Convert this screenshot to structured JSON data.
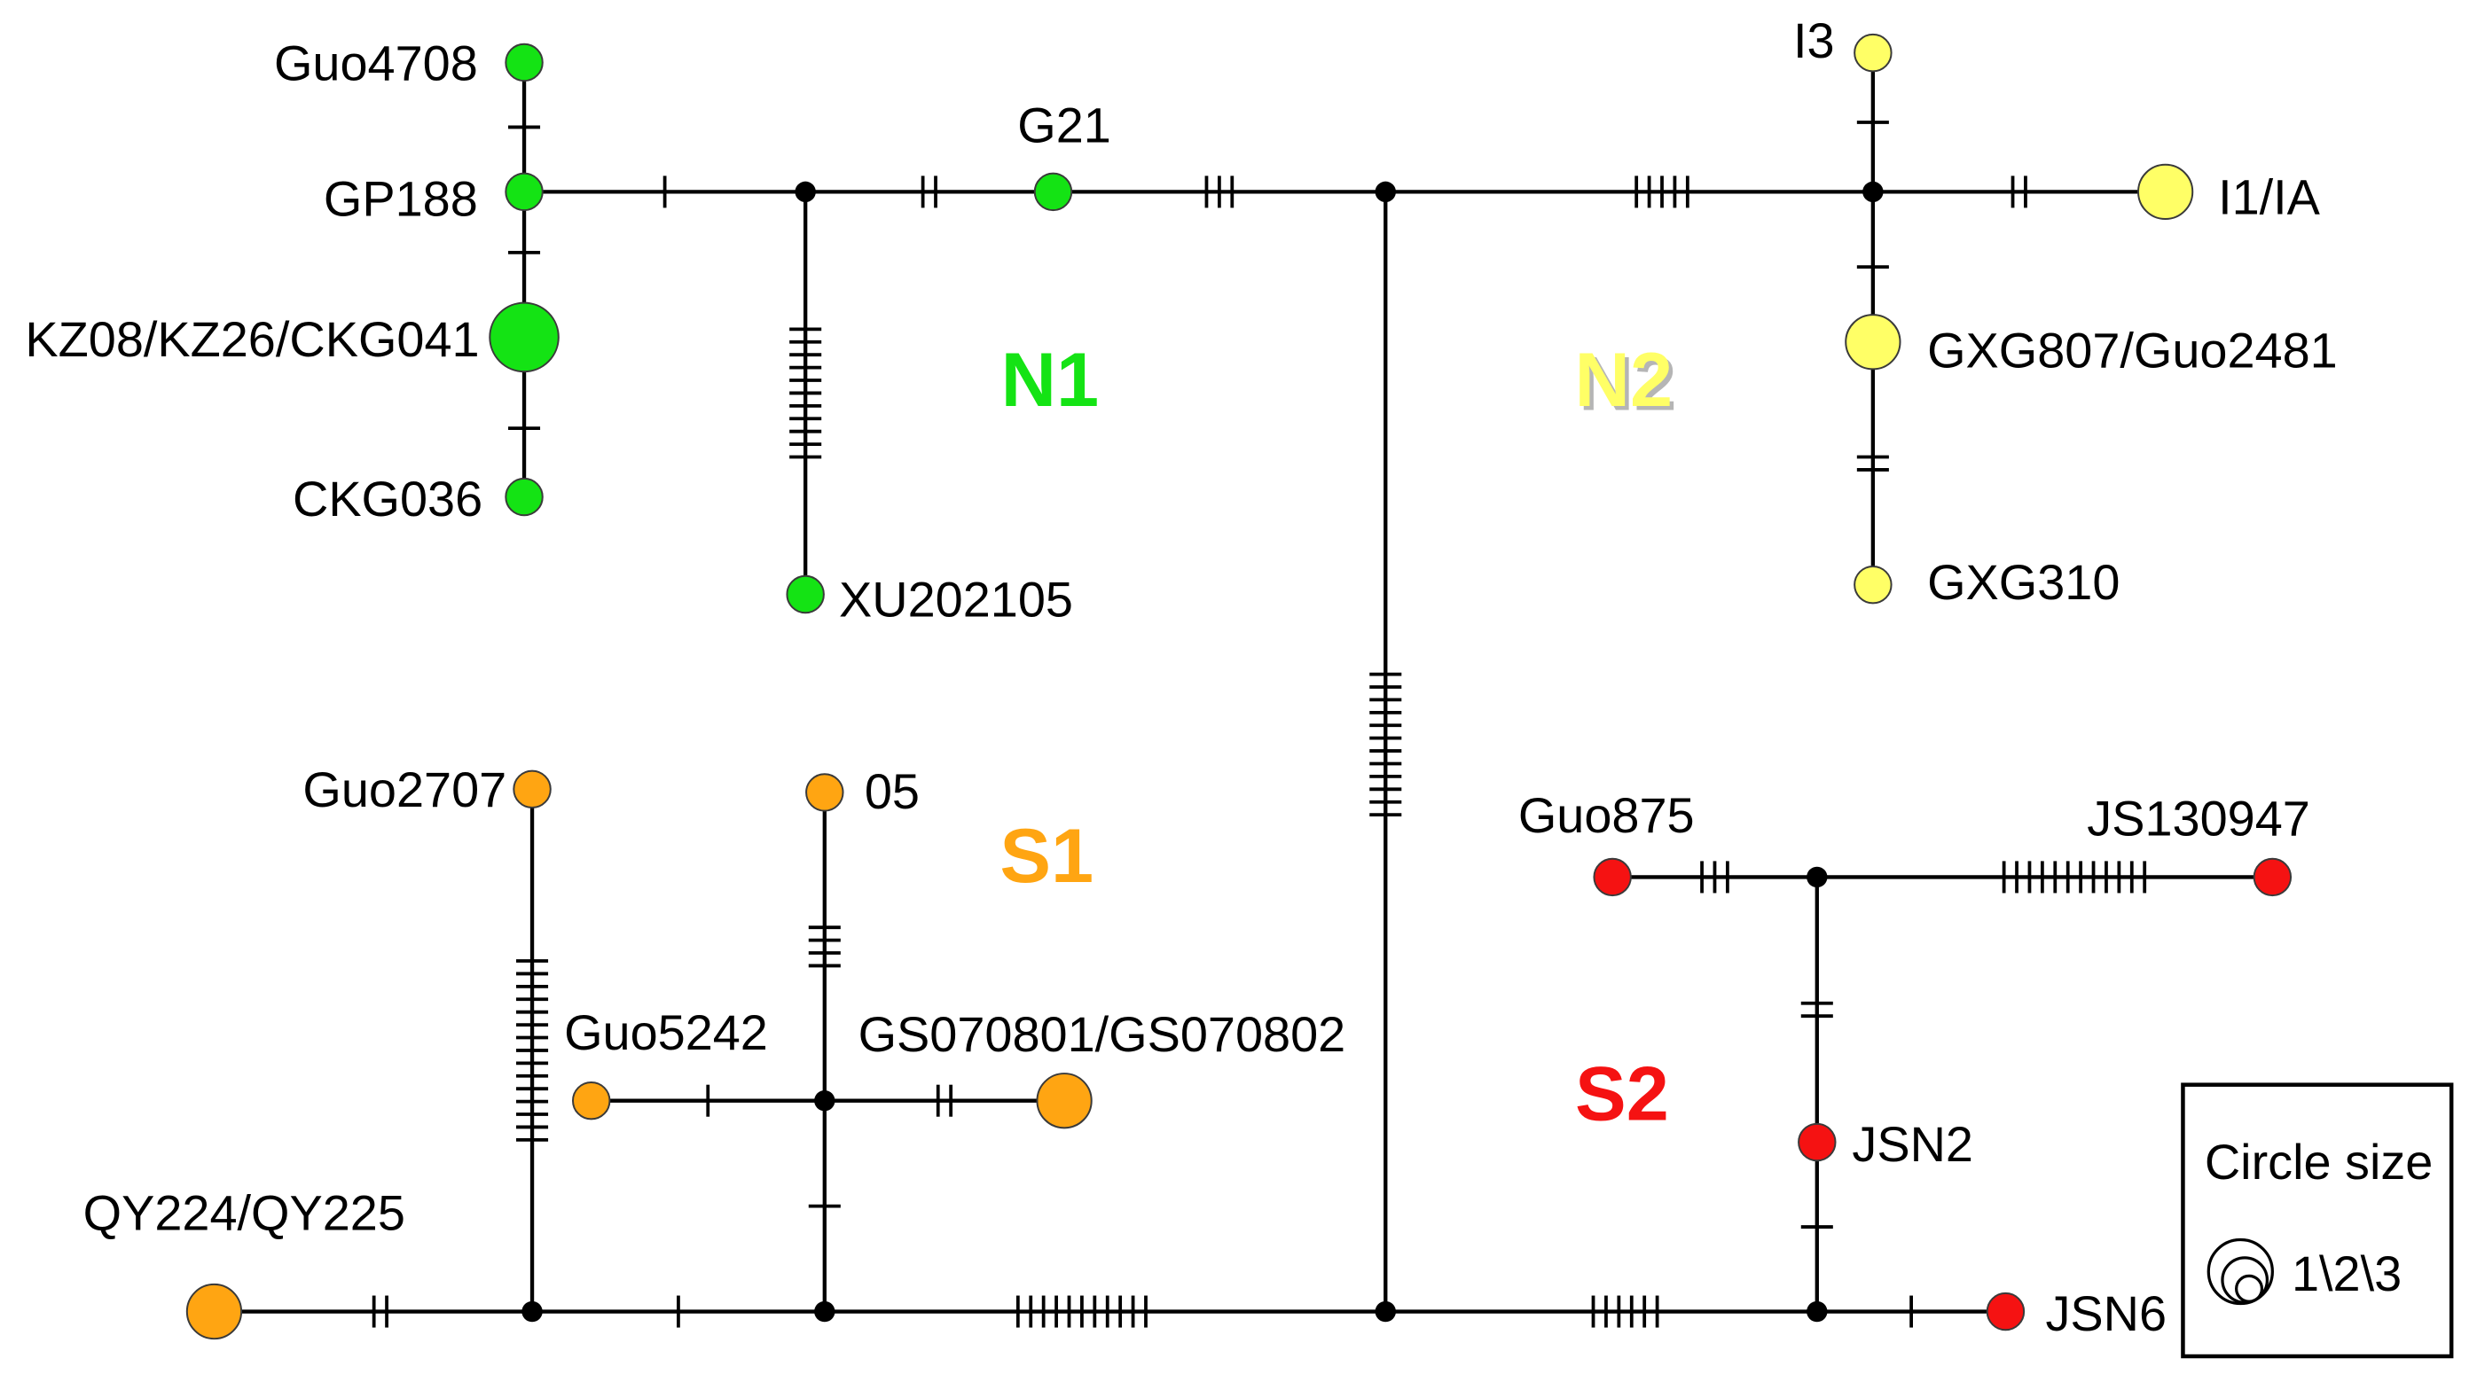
{
  "diagram": {
    "groups": [
      {
        "label": "N1",
        "color": "#14e314"
      },
      {
        "label": "N2",
        "color": "#ffff66"
      },
      {
        "label": "S1",
        "color": "#ffa512"
      },
      {
        "label": "S2",
        "color": "#f51212"
      }
    ],
    "median_vector_color": "#000000",
    "nodes": [
      {
        "label": "Guo4708",
        "frequency": 1,
        "group": 0
      },
      {
        "label": "GP188",
        "frequency": 1,
        "group": 0
      },
      {
        "label": "KZ08/KZ26/CKG041",
        "frequency": 3,
        "group": 0
      },
      {
        "label": "CKG036",
        "frequency": 1,
        "group": 0
      },
      {
        "label": "G21",
        "frequency": 1,
        "group": 0
      },
      {
        "label": "XU202105",
        "frequency": 1,
        "group": 0
      },
      {
        "label": "I3",
        "frequency": 1,
        "group": 1
      },
      {
        "label": "I1/IA",
        "frequency": 2,
        "group": 1
      },
      {
        "label": "GXG807/Guo2481",
        "frequency": 2,
        "group": 1
      },
      {
        "label": "GXG310",
        "frequency": 1,
        "group": 1
      },
      {
        "label": "Guo2707",
        "frequency": 1,
        "group": 2
      },
      {
        "label": "05",
        "frequency": 1,
        "group": 2
      },
      {
        "label": "Guo5242",
        "frequency": 1,
        "group": 2
      },
      {
        "label": "GS070801/GS070802",
        "frequency": 2,
        "group": 2
      },
      {
        "label": "QY224/QY225",
        "frequency": 2,
        "group": 2
      },
      {
        "label": "Guo875",
        "frequency": 1,
        "group": 3
      },
      {
        "label": "JS130947",
        "frequency": 1,
        "group": 3
      },
      {
        "label": "JSN2",
        "frequency": 1,
        "group": 3
      },
      {
        "label": "JSN6",
        "frequency": 1,
        "group": 3
      },
      {
        "frequency": 0
      },
      {
        "frequency": 0
      },
      {
        "frequency": 0
      },
      {
        "frequency": 0
      },
      {
        "frequency": 0
      },
      {
        "frequency": 0
      },
      {
        "frequency": 0
      },
      {
        "frequency": 0
      },
      {
        "frequency": 0
      }
    ],
    "edges": [
      {
        "from": 0,
        "to": 1,
        "mutations": 1
      },
      {
        "from": 1,
        "to": 2,
        "mutations": 1
      },
      {
        "from": 2,
        "to": 3,
        "mutations": 1
      },
      {
        "from": 1,
        "to": 19,
        "mutations": 1
      },
      {
        "from": 19,
        "to": 5,
        "mutations": 11
      },
      {
        "from": 19,
        "to": 4,
        "mutations": 2
      },
      {
        "from": 4,
        "to": 20,
        "mutations": 3
      },
      {
        "from": 20,
        "to": 21,
        "mutations": 5
      },
      {
        "from": 21,
        "to": 6,
        "mutations": 1
      },
      {
        "from": 21,
        "to": 7,
        "mutations": 2
      },
      {
        "from": 21,
        "to": 8,
        "mutations": 1
      },
      {
        "from": 8,
        "to": 9,
        "mutations": 2
      },
      {
        "from": 20,
        "to": 25,
        "mutations": 12
      },
      {
        "from": 14,
        "to": 22,
        "mutations": 2
      },
      {
        "from": 22,
        "to": 10,
        "mutations": 15
      },
      {
        "from": 22,
        "to": 23,
        "mutations": 1
      },
      {
        "from": 23,
        "to": 24,
        "mutations": 1
      },
      {
        "from": 24,
        "to": 11,
        "mutations": 4
      },
      {
        "from": 24,
        "to": 12,
        "mutations": 1
      },
      {
        "from": 24,
        "to": 13,
        "mutations": 2
      },
      {
        "from": 23,
        "to": 25,
        "mutations": 11
      },
      {
        "from": 25,
        "to": 26,
        "mutations": 6
      },
      {
        "from": 26,
        "to": 18,
        "mutations": 1
      },
      {
        "from": 26,
        "to": 17,
        "mutations": 1
      },
      {
        "from": 17,
        "to": 27,
        "mutations": 2
      },
      {
        "from": 27,
        "to": 15,
        "mutations": 3
      },
      {
        "from": 27,
        "to": 16,
        "mutations": 12
      }
    ]
  },
  "legend": {
    "title": "Circle size",
    "scale": "1\\2\\3"
  }
}
